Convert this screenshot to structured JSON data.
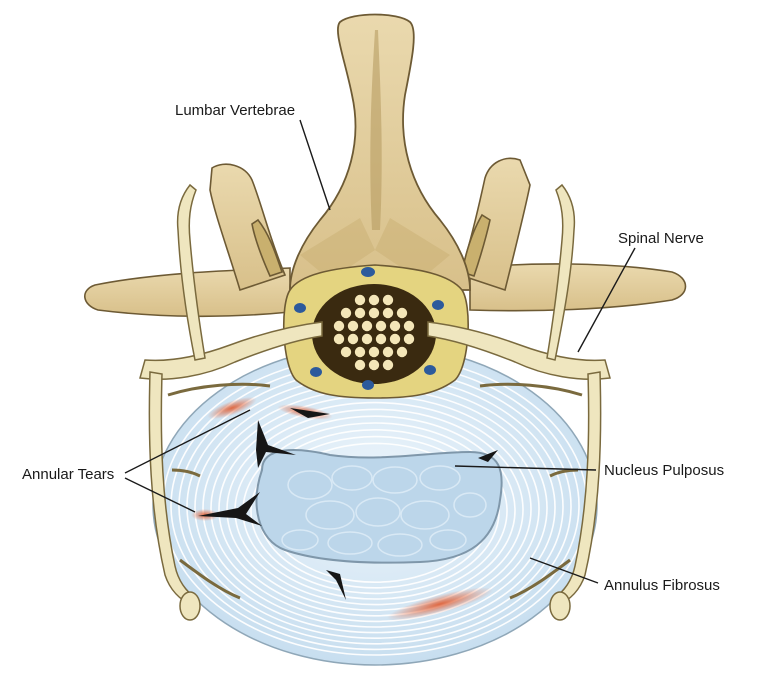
{
  "labels": {
    "lumbar_vertebrae": "Lumbar Vertebrae",
    "spinal_nerve": "Spinal Nerve",
    "annular_tears": "Annular Tears",
    "nucleus_pulposus": "Nucleus Pulposus",
    "annulus_fibrosus": "Annulus Fibrosus"
  },
  "colors": {
    "bone": "#e6d4a8",
    "bone_shadow": "#b79c62",
    "bone_outline": "#6d5a34",
    "nerve": "#efe6bf",
    "disc": "#d4e7f4",
    "disc_ring": "#ffffff",
    "nucleus": "#b9d4e8",
    "canal": "#3a2a10",
    "cord_dot": "#f4e6b8",
    "blue_dot": "#2c5a9c",
    "tear": "#d9603a"
  }
}
